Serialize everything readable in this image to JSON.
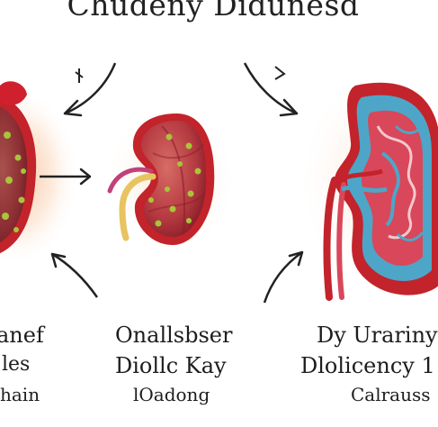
{
  "title": "Chudeny Didunesd",
  "left_labels": [
    "anef",
    "les",
    "hain"
  ],
  "center_labels": [
    "Onallsbser",
    "Diollc Kay",
    "lOadong"
  ],
  "right_labels": [
    "Dy Urariny",
    "Dlolicency 1",
    "Calrauss"
  ],
  "palette": {
    "kidney_red": "#c3232b",
    "kidney_dark": "#8d1a22",
    "kidney_pink": "#d9475a",
    "vein_blue": "#4da6c8",
    "dot_green": "#a9c43a",
    "glow": "#f7c9a0",
    "ureter_yellow": "#e7c45f",
    "ureter_pink": "#c2417a",
    "arrow": "#222222"
  }
}
